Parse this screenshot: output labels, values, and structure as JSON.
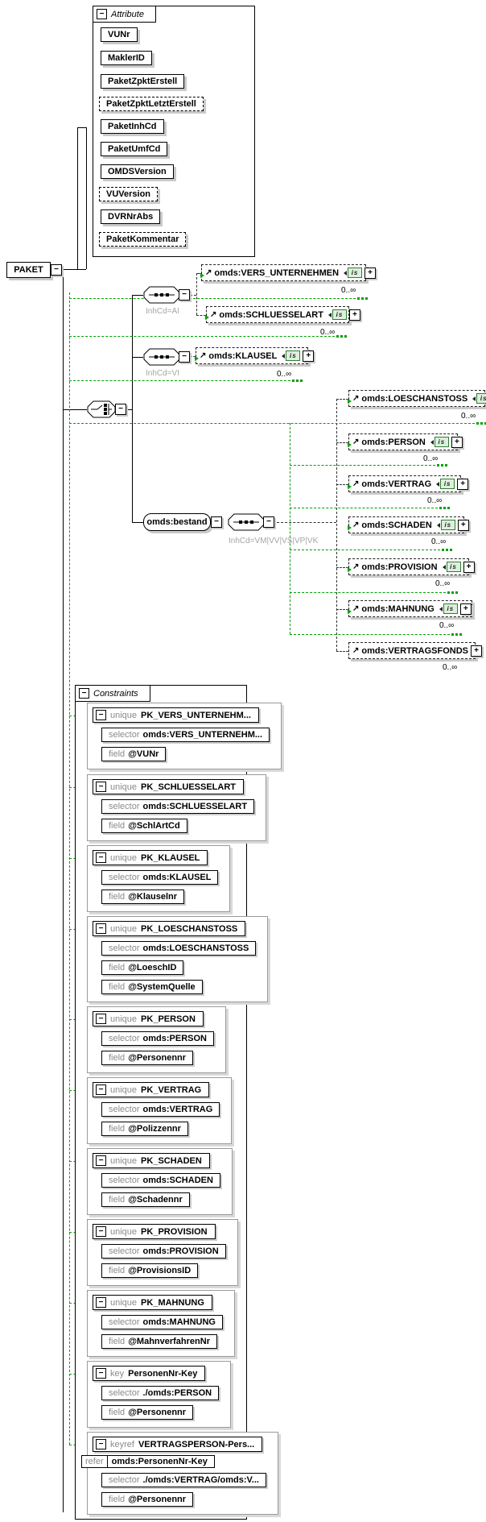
{
  "root_element": {
    "label": "PAKET"
  },
  "attribute_panel": {
    "title": "Attribute",
    "items": [
      {
        "name": "VUNr",
        "required": true
      },
      {
        "name": "MaklerID",
        "required": true
      },
      {
        "name": "PaketZpktErstell",
        "required": true
      },
      {
        "name": "PaketZpktLetztErstell",
        "required": false
      },
      {
        "name": "PaketInhCd",
        "required": true
      },
      {
        "name": "PaketUmfCd",
        "required": true
      },
      {
        "name": "OMDSVersion",
        "required": true
      },
      {
        "name": "VUVersion",
        "required": false
      },
      {
        "name": "DVRNrAbs",
        "required": true
      },
      {
        "name": "PaketKommentar",
        "required": false
      }
    ]
  },
  "tree": {
    "branch_labels": [
      "InhCd=AI",
      "InhCd=VI",
      "InhCd=VM|VV|VS|VP|VK"
    ],
    "bestand": {
      "label": "omds:bestand"
    },
    "elements": [
      {
        "name": "omds:VERS_UNTERNEHMEN",
        "occurrence": "0..∞",
        "is_badge": true
      },
      {
        "name": "omds:SCHLUESSELART",
        "occurrence": "0..∞",
        "is_badge": true
      },
      {
        "name": "omds:KLAUSEL",
        "occurrence": "0..∞",
        "is_badge": true
      },
      {
        "name": "omds:LOESCHANSTOSS",
        "occurrence": "0..∞",
        "is_badge": true
      },
      {
        "name": "omds:PERSON",
        "occurrence": "0..∞",
        "is_badge": true
      },
      {
        "name": "omds:VERTRAG",
        "occurrence": "0..∞",
        "is_badge": true
      },
      {
        "name": "omds:SCHADEN",
        "occurrence": "0..∞",
        "is_badge": true
      },
      {
        "name": "omds:PROVISION",
        "occurrence": "0..∞",
        "is_badge": true
      },
      {
        "name": "omds:MAHNUNG",
        "occurrence": "0..∞",
        "is_badge": true
      },
      {
        "name": "omds:VERTRAGSFONDS",
        "occurrence": "0..∞",
        "is_badge": false
      }
    ]
  },
  "constraints_panel": {
    "title": "Constraints",
    "labels": {
      "selector": "selector",
      "field": "field",
      "refer": "refer"
    },
    "items": [
      {
        "kind": "unique",
        "name": "PK_VERS_UNTERNEHM...",
        "selector": "omds:VERS_UNTERNEHM...",
        "fields": [
          "@VUNr"
        ]
      },
      {
        "kind": "unique",
        "name": "PK_SCHLUESSELART",
        "selector": "omds:SCHLUESSELART",
        "fields": [
          "@SchlArtCd"
        ]
      },
      {
        "kind": "unique",
        "name": "PK_KLAUSEL",
        "selector": "omds:KLAUSEL",
        "fields": [
          "@Klauselnr"
        ]
      },
      {
        "kind": "unique",
        "name": "PK_LOESCHANSTOSS",
        "selector": "omds:LOESCHANSTOSS",
        "fields": [
          "@LoeschID",
          "@SystemQuelle"
        ]
      },
      {
        "kind": "unique",
        "name": "PK_PERSON",
        "selector": "omds:PERSON",
        "fields": [
          "@Personennr"
        ]
      },
      {
        "kind": "unique",
        "name": "PK_VERTRAG",
        "selector": "omds:VERTRAG",
        "fields": [
          "@Polizzennr"
        ]
      },
      {
        "kind": "unique",
        "name": "PK_SCHADEN",
        "selector": "omds:SCHADEN",
        "fields": [
          "@Schadennr"
        ]
      },
      {
        "kind": "unique",
        "name": "PK_PROVISION",
        "selector": "omds:PROVISION",
        "fields": [
          "@ProvisionsID"
        ]
      },
      {
        "kind": "unique",
        "name": "PK_MAHNUNG",
        "selector": "omds:MAHNUNG",
        "fields": [
          "@MahnverfahrenNr"
        ]
      },
      {
        "kind": "key",
        "name": "PersonenNr-Key",
        "selector": "./omds:PERSON",
        "fields": [
          "@Personennr"
        ]
      },
      {
        "kind": "keyref",
        "name": "VERTRAGSPERSON-Pers...",
        "refer": "omds:PersonenNr-Key",
        "selector": "./omds:VERTRAG/omds:V...",
        "fields": [
          "@Personennr"
        ]
      }
    ]
  },
  "colors": {
    "constraint_link_green": "#00a000",
    "shadow_gray": "#c9c9c9"
  }
}
